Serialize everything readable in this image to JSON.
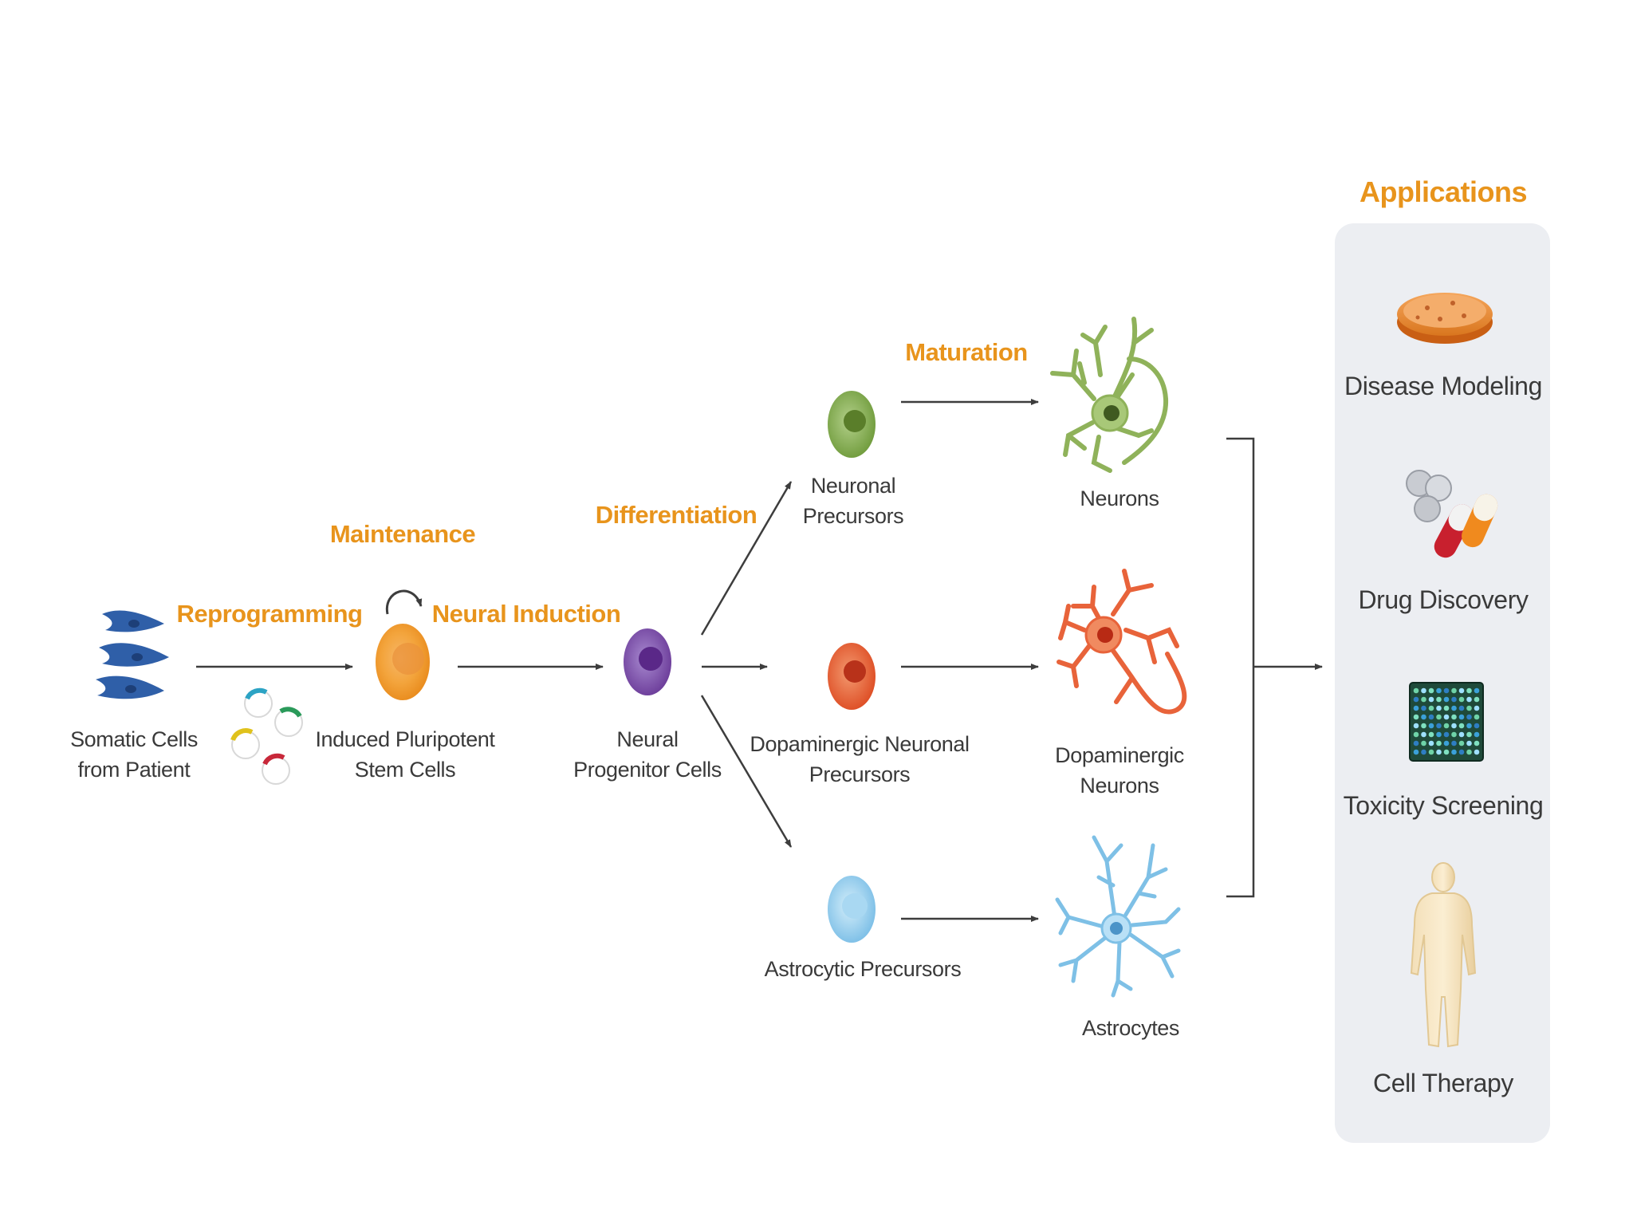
{
  "stages": {
    "reprogramming": "Reprogramming",
    "maintenance": "Maintenance",
    "neural_induction": "Neural Induction",
    "differentiation": "Differentiation",
    "maturation": "Maturation",
    "applications": "Applications"
  },
  "cells": {
    "somatic": [
      "Somatic Cells",
      "from Patient"
    ],
    "ipsc": [
      "Induced Pluripotent",
      "Stem Cells"
    ],
    "npc": [
      "Neural",
      "Progenitor Cells"
    ],
    "neuronal_precursors": [
      "Neuronal",
      "Precursors"
    ],
    "dopaminergic_precursors": [
      "Dopaminergic Neuronal",
      "Precursors"
    ],
    "astrocytic_precursors": [
      "Astrocytic Precursors"
    ],
    "neurons": [
      "Neurons"
    ],
    "dopaminergic_neurons": [
      "Dopaminergic",
      "Neurons"
    ],
    "astrocytes": [
      "Astrocytes"
    ]
  },
  "applications": [
    {
      "label": "Disease Modeling",
      "icon": "petri-dish-icon"
    },
    {
      "label": "Drug Discovery",
      "icon": "pills-icon"
    },
    {
      "label": "Toxicity Screening",
      "icon": "well-plate-icon"
    },
    {
      "label": "Cell Therapy",
      "icon": "human-body-icon"
    }
  ],
  "colors": {
    "stage_text": "#e8941c",
    "label_text": "#3a3a3a",
    "somatic": "#2f5fa8",
    "ipsc": "#f2a33a",
    "npc": "#7b44a6",
    "neuronal": "#6e9a3a",
    "dopaminergic": "#e3532a",
    "astrocytic": "#6fb3de",
    "panel_bg": "#eceef2"
  }
}
